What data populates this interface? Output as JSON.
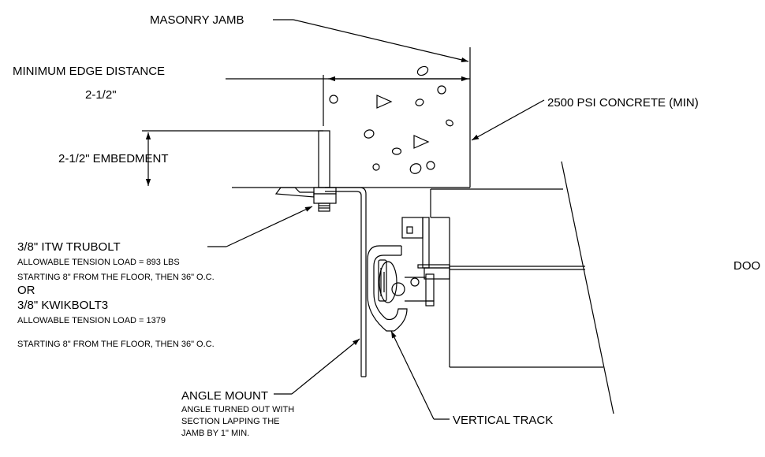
{
  "labels": {
    "masonry_jamb": "MASONRY JAMB",
    "min_edge_distance": "MINIMUM EDGE DISTANCE",
    "edge_value": "2-1/2\"",
    "concrete": "2500 PSI CONCRETE (MIN)",
    "embedment": "2-1/2\" EMBEDMENT",
    "door_partial": "DOO",
    "trubolt_title": "3/8\" ITW TRUBOLT",
    "trubolt_load": "ALLOWABLE TENSION LOAD = 893 LBS",
    "trubolt_spacing": "STARTING 8\" FROM THE FLOOR, THEN 36\" O.C.",
    "or": "OR",
    "kwikbolt_title": "3/8\" KWIKBOLT3",
    "kwikbolt_load": "ALLOWABLE TENSION LOAD = 1379",
    "kwikbolt_spacing": "STARTING 8\" FROM THE FLOOR, THEN 36\" O.C.",
    "angle_mount_title": "ANGLE MOUNT",
    "angle_mount_line1": "ANGLE TURNED OUT WITH",
    "angle_mount_line2": "SECTION LAPPING THE",
    "angle_mount_line3": "JAMB BY 1\" MIN.",
    "vertical_track": "VERTICAL TRACK"
  },
  "colors": {
    "line": "#000000",
    "background": "#ffffff"
  }
}
